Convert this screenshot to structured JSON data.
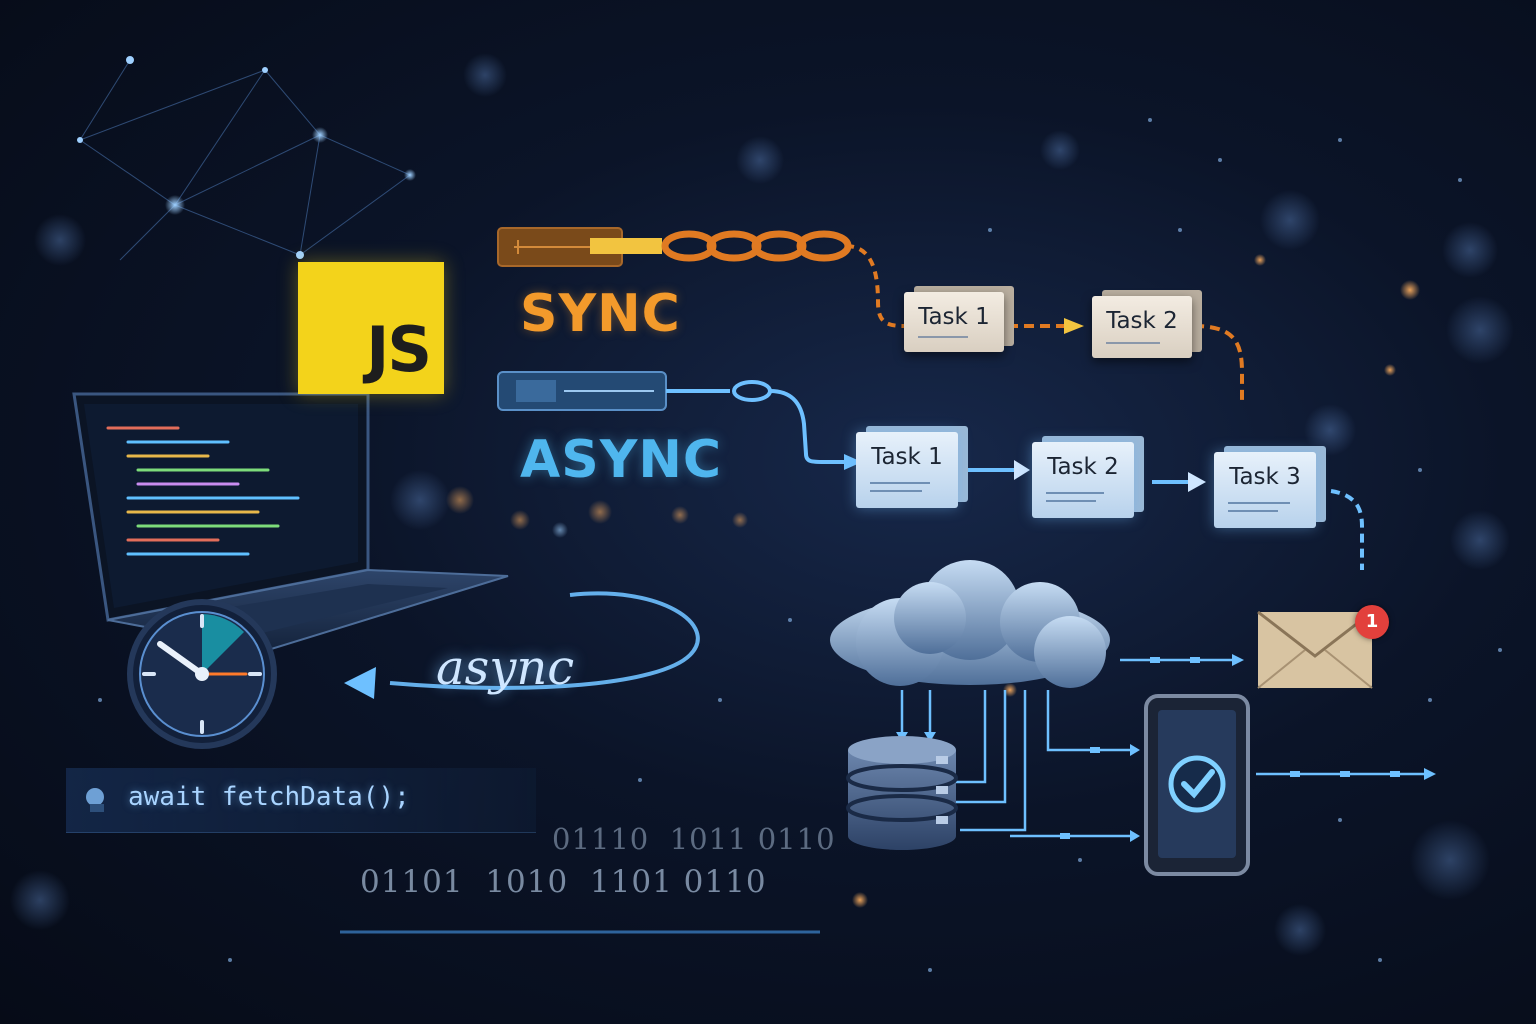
{
  "logo": {
    "text": "JS",
    "color": "#f3d31b"
  },
  "sync": {
    "label": "SYNC",
    "color": "#f39a2b",
    "tasks": [
      "Task 1",
      "Task 2"
    ]
  },
  "async": {
    "label": "ASYNC",
    "color": "#4fb6ee",
    "tasks": [
      "Task 1",
      "Task 2",
      "Task 3"
    ]
  },
  "async_script": "async",
  "code_line": "await fetchData();",
  "binary_lines": [
    "01110  1011 0110",
    "01101  1010  1101 0110"
  ],
  "notification": {
    "count": "1",
    "badge_color": "#e2403c"
  },
  "icons": [
    "laptop-icon",
    "clock-icon",
    "cloud-icon",
    "database-icon",
    "mail-icon",
    "phone-icon",
    "check-icon",
    "chain-icon",
    "network-icon"
  ]
}
